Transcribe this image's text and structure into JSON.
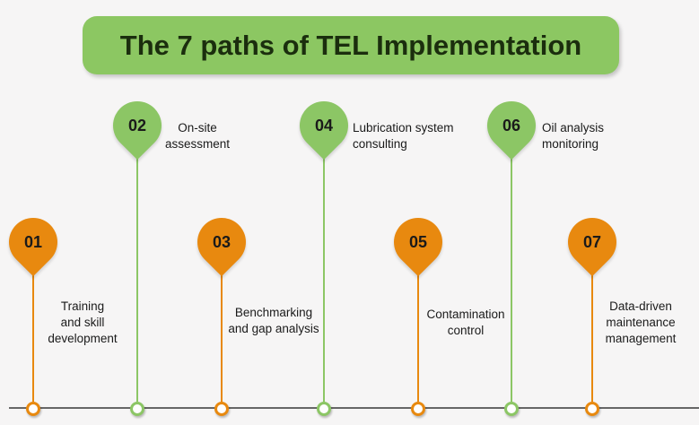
{
  "title": "The 7 paths of TEL Implementation",
  "colors": {
    "orange": "#e8890f",
    "green": "#8cc665",
    "title_bg": "#8cc762"
  },
  "steps": [
    {
      "number": "01",
      "label": "Training\nand skill\ndevelopment",
      "color": "orange"
    },
    {
      "number": "02",
      "label": "On-site\nassessment",
      "color": "green"
    },
    {
      "number": "03",
      "label": "Benchmarking\nand gap analysis",
      "color": "orange"
    },
    {
      "number": "04",
      "label": "Lubrication system\nconsulting",
      "color": "green"
    },
    {
      "number": "05",
      "label": "Contamination\ncontrol",
      "color": "orange"
    },
    {
      "number": "06",
      "label": "Oil analysis\nmonitoring",
      "color": "green"
    },
    {
      "number": "07",
      "label": "Data-driven\nmaintenance\nmanagement",
      "color": "orange"
    }
  ]
}
